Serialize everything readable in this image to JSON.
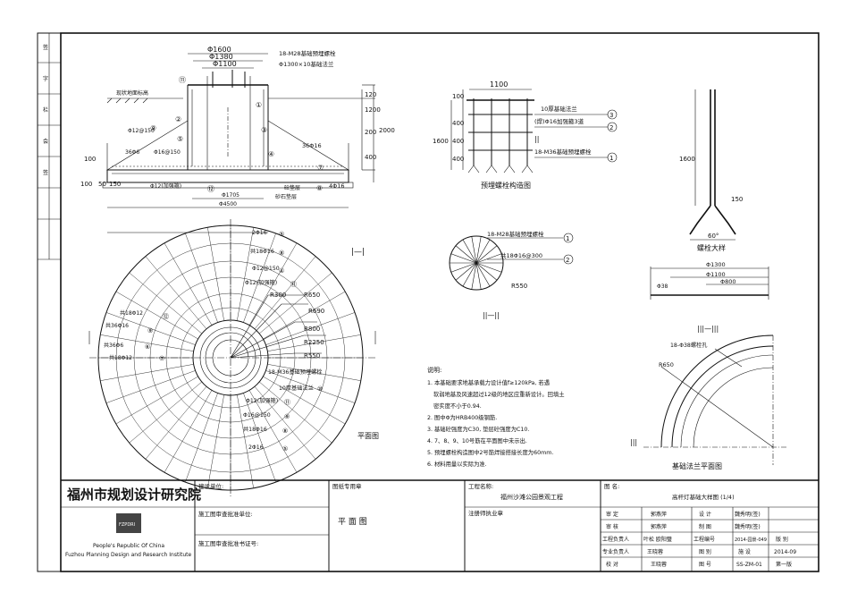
{
  "section1": {
    "dims_top": [
      "Φ1600",
      "Φ1380",
      "Φ1100"
    ],
    "bolt_note": "18-M28基础预埋螺栓",
    "flange_note": "Φ1300×10基础法兰",
    "ground_label": "现状地面标高",
    "left_labels": [
      "Φ12@150",
      "36Φ6",
      "Φ16@150",
      "Φ12(加强箍)",
      "Φ1705",
      "Φ4500"
    ],
    "left_dims": [
      "100",
      "100",
      "50",
      "150"
    ],
    "right_dims": [
      "120",
      "1200",
      "200",
      "400",
      "2000"
    ],
    "right_labels": [
      "36Φ16",
      "4Φ16",
      "砼垫层",
      "砂石垫层"
    ],
    "circle_labels": [
      "①",
      "②",
      "③",
      "④",
      "⑤",
      "⑥",
      "⑦",
      "⑧",
      "⑨",
      "⑩",
      "⑪",
      "⑫"
    ],
    "section_mark": "|—|"
  },
  "section_embed": {
    "title": "预埋螺栓构造图",
    "dim_top": "1100",
    "dims_left": [
      "100",
      "400",
      "400",
      "400",
      "1600"
    ],
    "labels": [
      "10厚基础法兰",
      "(焊)Φ16加强箍3道",
      "18-M36基础预埋螺栓"
    ],
    "mark": "||"
  },
  "detail_bolt": {
    "title": "螺栓大样",
    "dims": [
      "1600",
      "60°",
      "150"
    ]
  },
  "plan": {
    "title": "平面图",
    "radii": [
      "R300",
      "R650",
      "R690",
      "R800",
      "R2250",
      "R550"
    ],
    "labels_right": [
      "2Φ16",
      "共18Φ16",
      "Φ12@150",
      "Φ12(加强箍)",
      "18-M36基础预埋螺栓",
      "10厚基础法兰",
      "Φ12(加强箍)",
      "Φ16@150",
      "共18Φ16",
      "2Φ16"
    ],
    "labels_left": [
      "共18Φ12",
      "共36Φ16",
      "共36Φ6",
      "共18Φ12"
    ],
    "circle_nums": [
      "⑤",
      "⑧",
      "④",
      "⑪",
      "⑫",
      "⑨",
      "⑥",
      "⑦",
      "⑩",
      "⑪",
      "⑨",
      "⑧",
      "⑤"
    ]
  },
  "section2": {
    "mark": "||—||",
    "labels": [
      "18-M28基础预埋螺栓",
      "共18Φ16@300"
    ],
    "radius": "R550"
  },
  "section3": {
    "mark": "|||—|||",
    "dims": [
      "Φ1300",
      "Φ1100",
      "Φ800",
      "Φ38"
    ]
  },
  "flange_plan": {
    "title": "基础法兰平面图",
    "labels": [
      "18-Φ38螺栓孔",
      "R650"
    ],
    "mark": "|||"
  },
  "notes": {
    "heading": "说明:",
    "lines": [
      "1. 本基础要求地基承载力设计值f≥120kPa, 若遇",
      "软弱地基及风速超过12级的地区应重新设计。回填土",
      "密实度不小于0.94.",
      "2. 图中Φ为HRB400级钢筋.",
      "3. 基础砼强度为C30, 垫层砼强度为C10.",
      "4. 7、8、9、10号筋在平面图中未示出.",
      "5. 预埋螺栓构造图中2号筋焊接搭接长度为60mm.",
      "6. 材料用量以实际为准."
    ]
  },
  "title_block": {
    "institute_cn": "福州市规划设计研究院",
    "institute_en_1": "People's Republic Of China",
    "institute_en_2": "Fuzhou Planning Design and Research Institute",
    "logo_text": "FZPDRI",
    "build_unit": "建设单位:",
    "approval_unit": "施工图审查批准单位:",
    "approval_cert": "施工图审查批准书证号:",
    "drawing_seal": "图纸专用章",
    "plan_stamp": "平 面 图",
    "project_name_label": "工程名称:",
    "project_name": "福州沙滩公园景观工程",
    "engineer_seal": "注册师执业章",
    "drawing_name_label": "图  名:",
    "drawing_name": "高杆灯基础大样图 (1/4)",
    "rows": [
      {
        "role": "审   定",
        "person": "郭燕萍",
        "role2": "设   计",
        "person2": "魏秀明(签)"
      },
      {
        "role": "审   核",
        "person": "郭燕萍",
        "role2": "制   图",
        "person2": "魏秀明(签)"
      },
      {
        "role": "工程负责人",
        "person": "叶松  欧阳璧",
        "role2": "工程编号",
        "person2": "2014-园景-049",
        "role3": "版   别"
      },
      {
        "role": "专业负责人",
        "person": "王晓蓉",
        "role2": "图   别",
        "person2": "施   设",
        "role3": "2014-09"
      },
      {
        "role": "校   对",
        "person": "王晓蓉",
        "role2": "图   号",
        "person2": "SS-ZM-01",
        "role3": "第一版"
      }
    ]
  },
  "side_strip": [
    "签",
    "字",
    "栏",
    "会",
    "签"
  ]
}
